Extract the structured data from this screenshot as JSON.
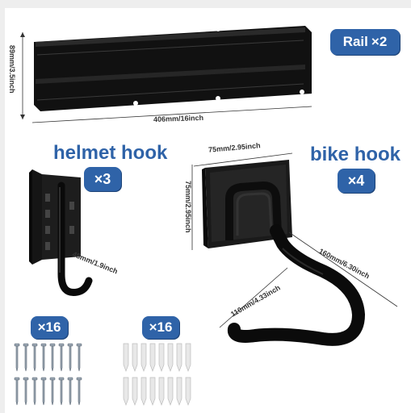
{
  "rail": {
    "badge_name": "Rail",
    "badge_count": "×2",
    "width_dim": "406mm/16inch",
    "height_dim": "89mm/3.5inch"
  },
  "helmet_hook": {
    "title": "helmet hook",
    "count": "×3",
    "depth_dim": "48mm/1.9inch"
  },
  "bike_hook": {
    "title": "bike hook",
    "count": "×4",
    "width_dim": "75mm/2.95inch",
    "height_dim": "75mm/2.95inch",
    "arm_dim": "160mm/6.30inch",
    "hook_dim": "110mm/4.33inch"
  },
  "screws": {
    "count": "×16"
  },
  "anchors": {
    "count": "×16"
  },
  "colors": {
    "accent": "#2f63a8",
    "metal": "#111111",
    "anchor": "#e8e8e8",
    "screw": "#9aa6b2"
  }
}
